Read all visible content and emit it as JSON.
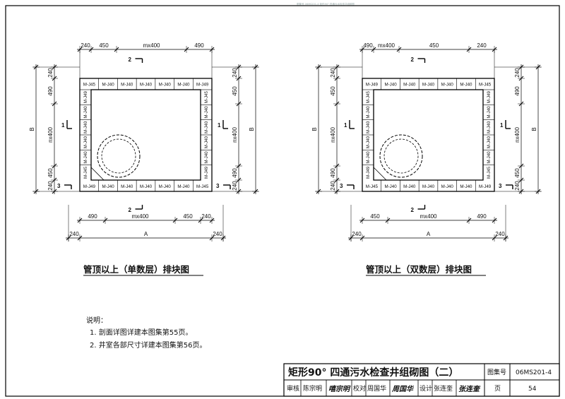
{
  "header_fragment": "图集号 06MS201-4 矩形90° 四通污水检查井组砌图",
  "left_plan": {
    "title": "管顶以上（单数层）排块图",
    "top_dims": [
      "240",
      "450",
      "mx400",
      "490"
    ],
    "bottom_dims": [
      "490",
      "mx400",
      "450",
      "240"
    ],
    "overall_width": [
      "240",
      "A",
      "240"
    ],
    "left_dims": [
      "240",
      "490",
      "nx400",
      "450",
      "240"
    ],
    "right_dims": [
      "240",
      "450",
      "nx400",
      "490",
      "240"
    ],
    "left_overall": "B",
    "right_overall": "B",
    "section_top": "2",
    "section_bottom": "2",
    "section_left": "1",
    "section_right": "1",
    "section_3_left": "3",
    "section_3_right": "3",
    "blocks_top": [
      "M-J45",
      "M-J40",
      "M-J40",
      "M-J40",
      "M-J40",
      "M-J40",
      "M-J49"
    ],
    "blocks_bottom": [
      "M-J49",
      "M-J40",
      "M-J40",
      "M-J40",
      "M-J40",
      "M-J40",
      "M-J45"
    ],
    "blocks_left": [
      "M-J49",
      "M-J40",
      "M-J40",
      "M-J40",
      "M-J40",
      "M-J45"
    ],
    "blocks_right": [
      "M-J45",
      "M-J40",
      "M-J40",
      "M-J40",
      "M-J40",
      "M-J49"
    ]
  },
  "right_plan": {
    "title": "管顶以上（双数层）排块图",
    "top_dims": [
      "490",
      "mx400",
      "450",
      "240"
    ],
    "bottom_dims": [
      "450",
      "mx400",
      "490"
    ],
    "overall_width": [
      "240",
      "A",
      "240"
    ],
    "left_dims": [
      "240",
      "450",
      "nx400",
      "490",
      "240"
    ],
    "right_dims": [
      "240",
      "490",
      "nx400",
      "450",
      "240"
    ],
    "left_overall": "B",
    "right_overall": "B",
    "section_top": "2",
    "section_bottom": "2",
    "section_left": "1",
    "section_right": "1",
    "section_3_left": "3",
    "section_3_right": "3",
    "blocks_top": [
      "M-J49",
      "M-J40",
      "M-J40",
      "M-J40",
      "M-J40",
      "M-J40",
      "M-J45"
    ],
    "blocks_bottom": [
      "M-J45",
      "M-J40",
      "M-J40",
      "M-J40",
      "M-J40",
      "M-J40",
      "M-J49"
    ],
    "blocks_left": [
      "M-J45",
      "M-J40",
      "M-J40",
      "M-J40",
      "M-J40",
      "M-J49"
    ],
    "blocks_right": [
      "M-J49",
      "M-J40",
      "M-J40",
      "M-J40",
      "M-J40",
      "M-J45"
    ]
  },
  "notes": {
    "heading": "说明：",
    "items": [
      "1. 剖面详图详建本图集第55页。",
      "2. 井室各部尺寸详建本图集第56页。"
    ]
  },
  "title_block": {
    "drawing_title": "矩形90° 四通污水检查井组砌图（二）",
    "atlas_label": "图集号",
    "atlas_no": "06MS201-4",
    "review_label": "审核",
    "review_name": "陈宗明",
    "check_label": "校对",
    "check_name": "周国华",
    "design_label": "设计",
    "design_name": "张连奎",
    "page_label": "页",
    "page_no": "54"
  }
}
